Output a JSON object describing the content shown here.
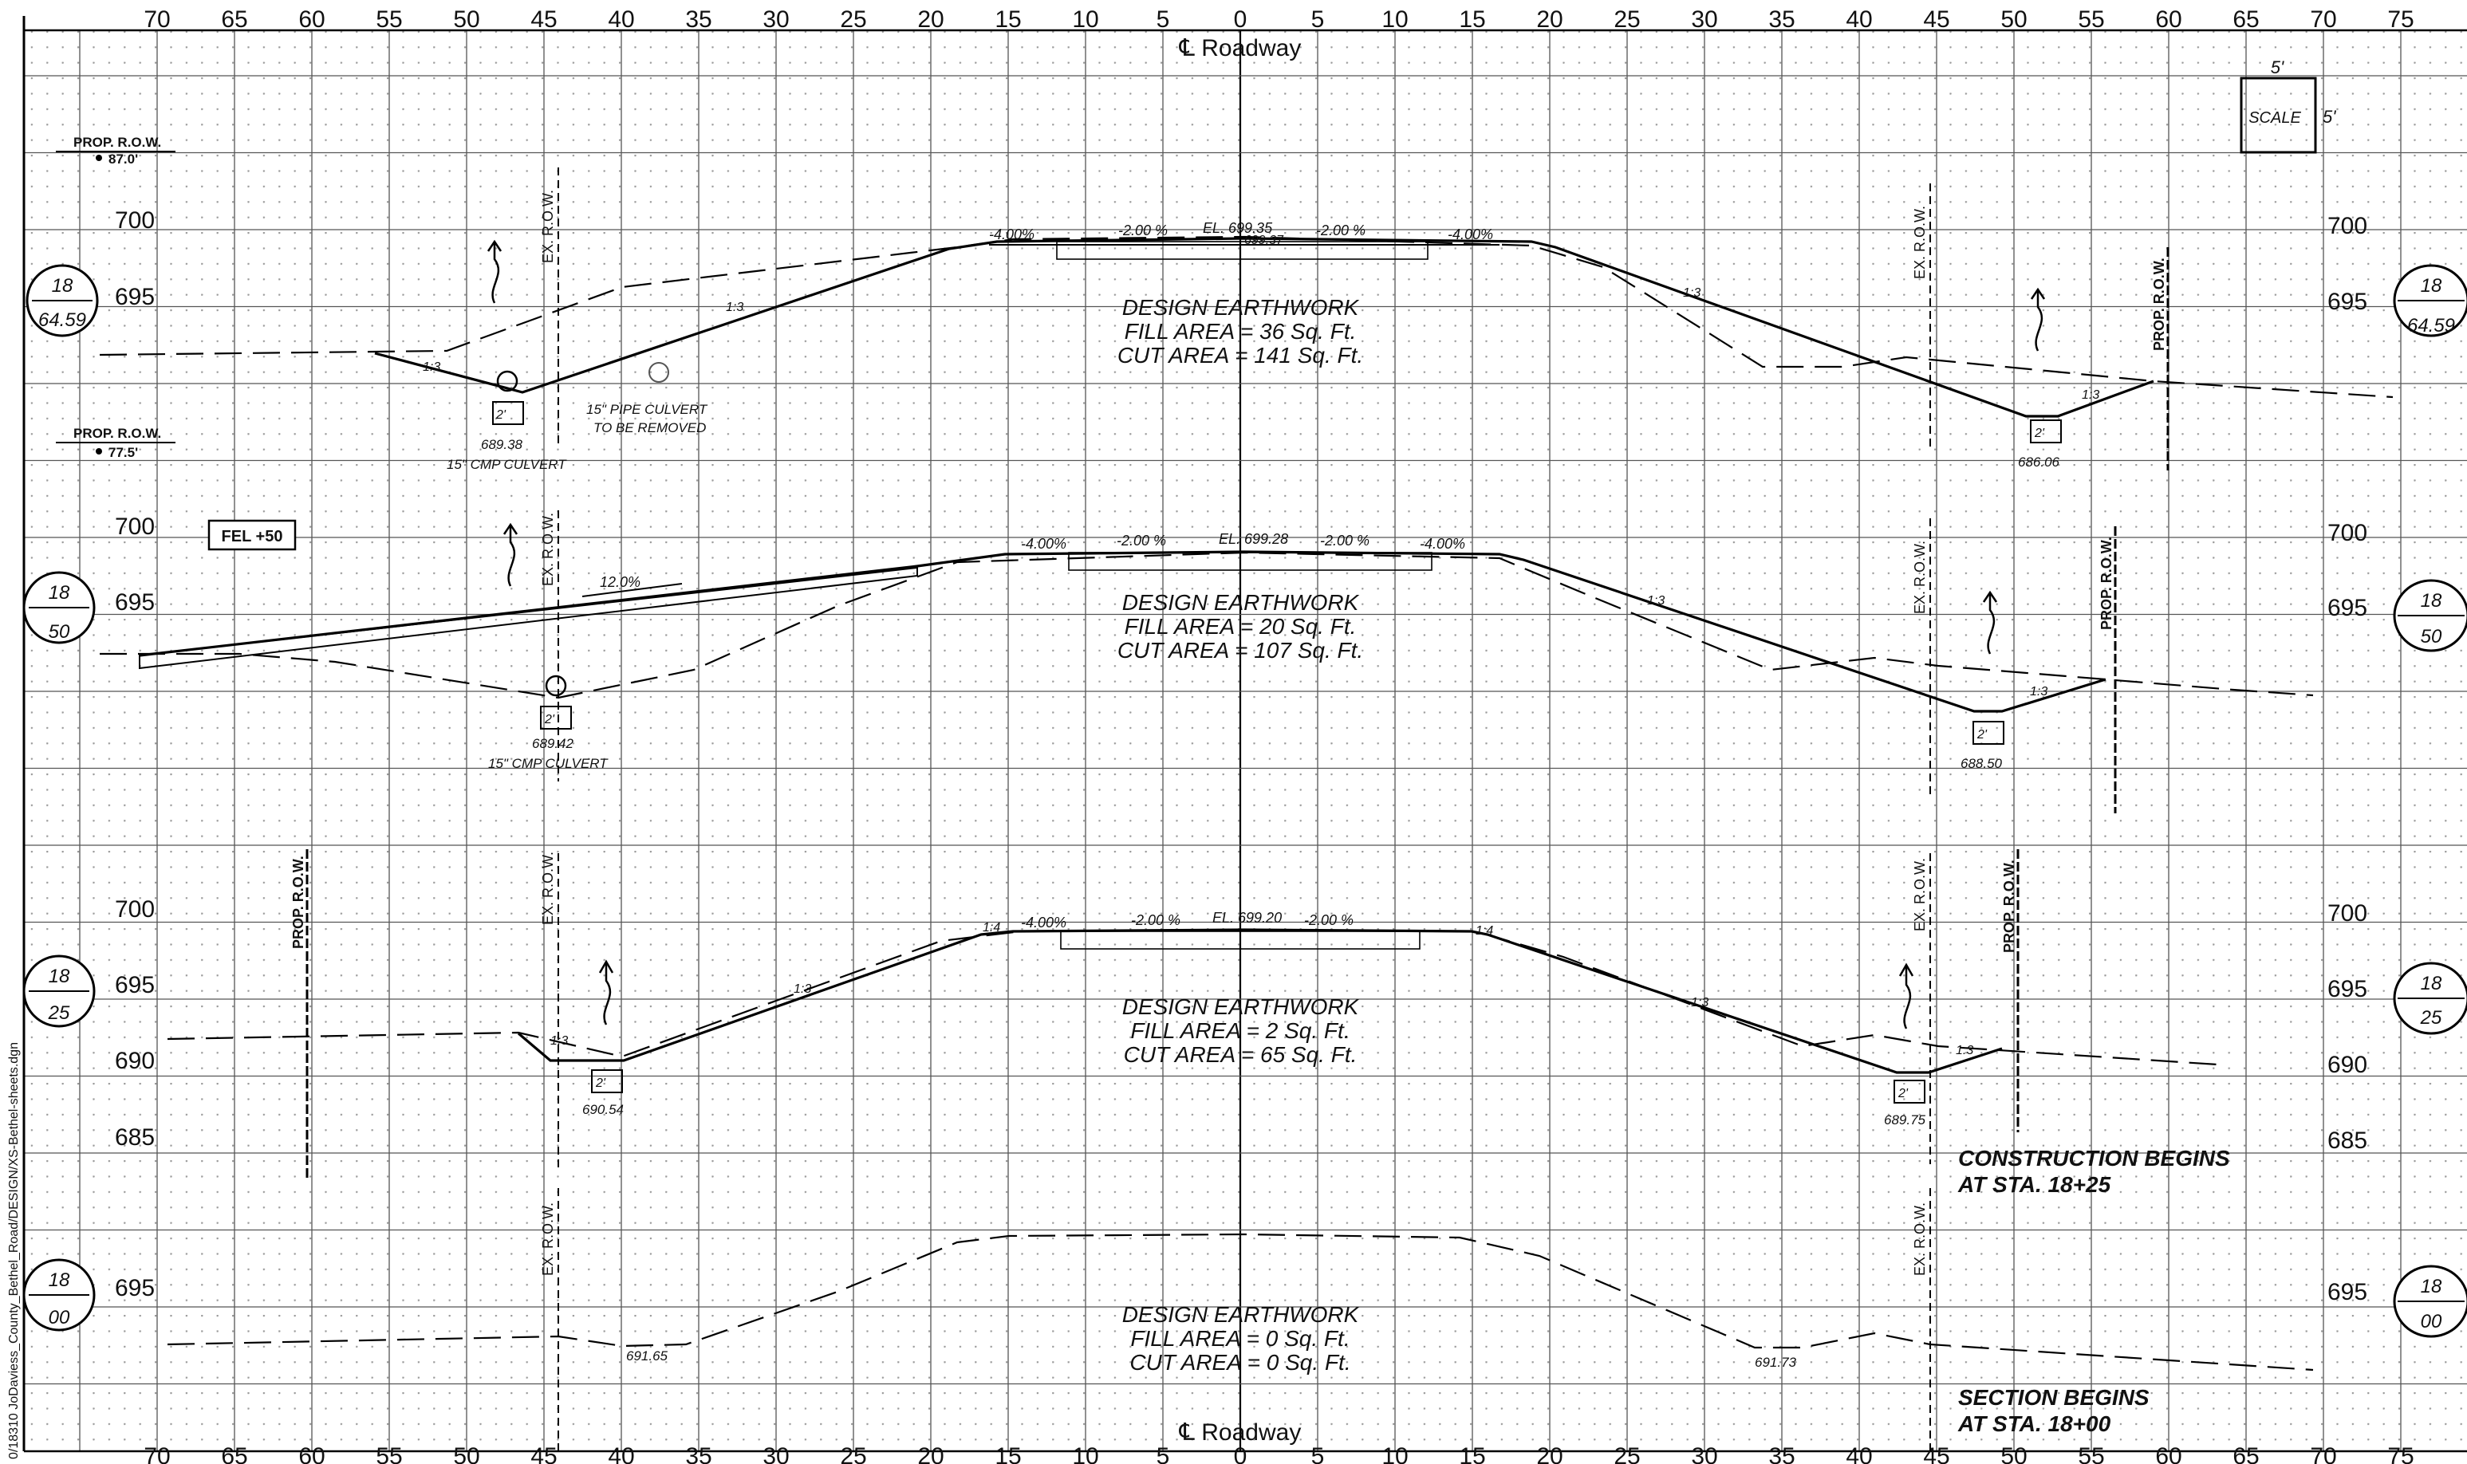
{
  "sheet": {
    "centerline_label": "℄ Roadway",
    "file_path": "0/18310 JoDaviess_County_Bethel_Road/DESIGN/XS-Bethel-sheets.dgn",
    "top_offsets": [
      "70",
      "65",
      "60",
      "55",
      "50",
      "45",
      "40",
      "35",
      "30",
      "25",
      "20",
      "15",
      "10",
      "5",
      "0",
      "5",
      "10",
      "15",
      "20",
      "25",
      "30",
      "35",
      "40",
      "45",
      "50",
      "55",
      "60",
      "65",
      "70",
      "75"
    ],
    "bottom_offsets": [
      "70",
      "65",
      "60",
      "55",
      "50",
      "45",
      "40",
      "35",
      "30",
      "25",
      "20",
      "15",
      "10",
      "5",
      "0",
      "5",
      "10",
      "15",
      "20",
      "25",
      "30",
      "35",
      "40",
      "45",
      "50",
      "55",
      "60",
      "65",
      "70",
      "75"
    ],
    "scale_box": {
      "label": "SCALE",
      "h": "5'",
      "v": "5'"
    },
    "label_ex_row": "EX. R.O.W.",
    "label_prop_row": "PROP. R.O.W.",
    "label_design": "DESIGN EARTHWORK",
    "slope_1_3": "1:3",
    "slope_1_4": "1:4",
    "ditch_width": "2'",
    "slope_n400": "-4.00%",
    "slope_n200": "-2.00 %"
  },
  "sections": [
    {
      "station_top": "18",
      "station_plus": "+",
      "station_bottom": "64.59",
      "elev_labels": [
        "700",
        "695"
      ],
      "fill_area": "FILL AREA = 36 Sq. Ft.",
      "cut_area": "CUT AREA = 141 Sq. Ft.",
      "crown_el": "EL. 699.35",
      "crown_sub": "699.37",
      "left_ditch_el": "689.38",
      "right_ditch_el": "686.06",
      "row_offset": "87.0'",
      "culvert_1": "15\" CMP CULVERT",
      "culvert_2a": "15\" PIPE CULVERT",
      "culvert_2b": "TO BE REMOVED"
    },
    {
      "station_top": "18",
      "station_plus": "+",
      "station_bottom": "50",
      "elev_labels": [
        "700",
        "695"
      ],
      "fill_area": "FILL AREA = 20 Sq. Ft.",
      "cut_area": "CUT AREA = 107 Sq. Ft.",
      "crown_el": "EL. 699.28",
      "left_ditch_el": "689.42",
      "right_ditch_el": "688.50",
      "row_offset": "77.5'",
      "fel_tag": "FEL +50",
      "slope_12": "12.0%",
      "culvert_1": "15\" CMP CULVERT"
    },
    {
      "station_top": "18",
      "station_plus": "+",
      "station_bottom": "25",
      "elev_labels": [
        "700",
        "695",
        "690",
        "685"
      ],
      "fill_area": "FILL AREA = 2 Sq. Ft.",
      "cut_area": "CUT AREA = 65 Sq. Ft.",
      "crown_el": "EL. 699.20",
      "left_ditch_el": "690.54",
      "right_ditch_el": "689.75",
      "note_1": "CONSTRUCTION BEGINS",
      "note_2": "AT STA. 18+25"
    },
    {
      "station_top": "18",
      "station_plus": "+",
      "station_bottom": "00",
      "elev_labels": [
        "695"
      ],
      "fill_area": "FILL AREA = 0 Sq. Ft.",
      "cut_area": "CUT AREA = 0 Sq. Ft.",
      "left_low_el": "691.65",
      "right_low_el": "691.73",
      "note_1": "SECTION BEGINS",
      "note_2": "AT STA. 18+00"
    }
  ]
}
